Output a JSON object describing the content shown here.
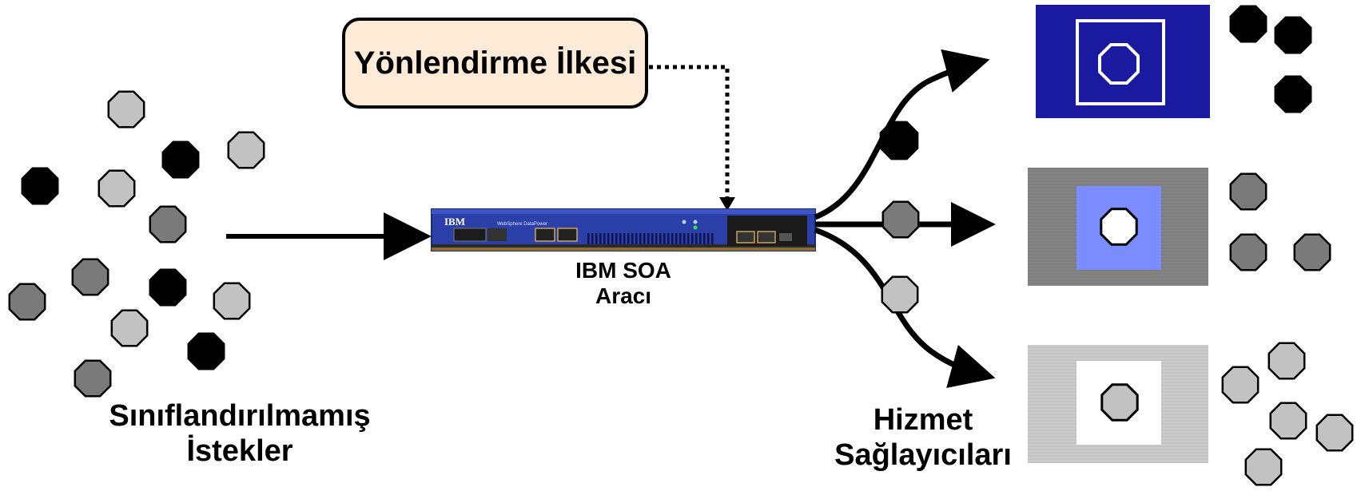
{
  "policy": {
    "label": "Yönlendirme İlkesi"
  },
  "appliance": {
    "brand": "IBM",
    "model_text": "WebSphere DataPower",
    "label_line1": "IBM SOA",
    "label_line2": "Aracı"
  },
  "requests": {
    "label_line1": "Sınıflandırılmamış",
    "label_line2": "İstekler"
  },
  "providers": {
    "label_line1": "Hizmet",
    "label_line2": "Sağlayıcıları"
  },
  "colors": {
    "black_request": "#000000",
    "dark_request": "#7a7a7a",
    "light_request": "#c2c2c2",
    "provider_blue": "#1a1aa0",
    "provider_gray": "#808080",
    "provider_light": "#c6c6c6",
    "appliance_blue": "#2a3fa8",
    "policy_fill": "#fdebd8"
  }
}
